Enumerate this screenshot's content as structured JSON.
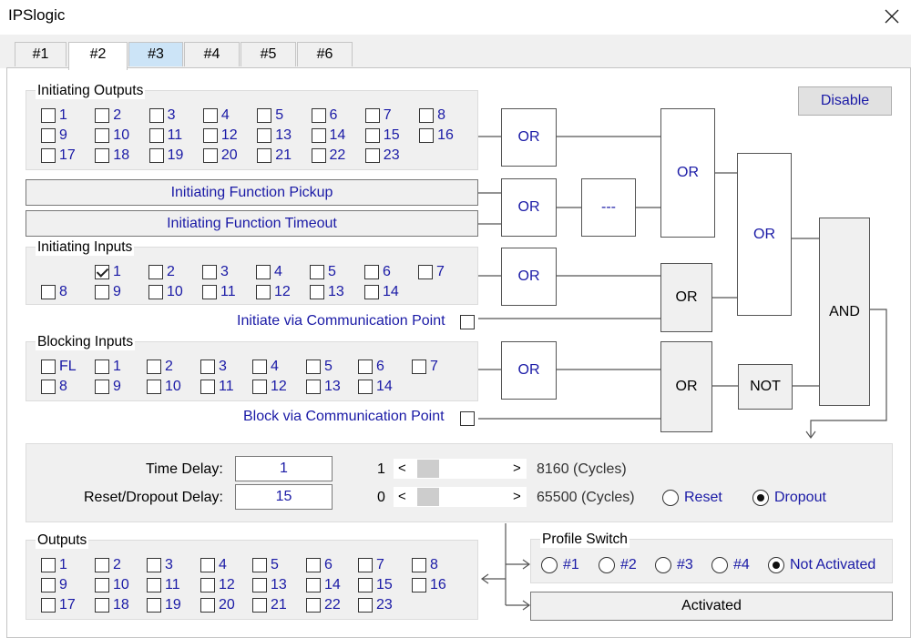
{
  "window": {
    "title": "IPSlogic"
  },
  "tabs": [
    "#1",
    "#2",
    "#3",
    "#4",
    "#5",
    "#6"
  ],
  "disable_label": "Disable",
  "initiating_outputs": {
    "label": "Initiating Outputs",
    "items": [
      "1",
      "2",
      "3",
      "4",
      "5",
      "6",
      "7",
      "8",
      "9",
      "10",
      "11",
      "12",
      "13",
      "14",
      "15",
      "16",
      "17",
      "18",
      "19",
      "20",
      "21",
      "22",
      "23"
    ]
  },
  "function_pickup_label": "Initiating Function Pickup",
  "function_timeout_label": "Initiating Function Timeout",
  "initiating_inputs": {
    "label": "Initiating Inputs",
    "items": [
      "1",
      "2",
      "3",
      "4",
      "5",
      "6",
      "7",
      "8",
      "9",
      "10",
      "11",
      "12",
      "13",
      "14"
    ],
    "checked": [
      "1"
    ]
  },
  "initiate_comm_label": "Initiate via Communication Point",
  "blocking_inputs": {
    "label": "Blocking Inputs",
    "items": [
      "FL",
      "1",
      "2",
      "3",
      "4",
      "5",
      "6",
      "7",
      "8",
      "9",
      "10",
      "11",
      "12",
      "13",
      "14"
    ]
  },
  "block_comm_label": "Block via Communication Point",
  "gates": {
    "or": "OR",
    "and": "AND",
    "not": "NOT",
    "delay": "---"
  },
  "time_delay": {
    "label": "Time Delay:",
    "value": "1",
    "min": "1",
    "max": "8160 (Cycles)"
  },
  "reset_delay": {
    "label": "Reset/Dropout Delay:",
    "value": "15",
    "min": "0",
    "max": "65500 (Cycles)"
  },
  "scroll_arrows": {
    "left": "<",
    "right": ">"
  },
  "reset_mode": {
    "options": [
      "Reset",
      "Dropout"
    ],
    "selected": "Dropout"
  },
  "outputs": {
    "label": "Outputs",
    "items": [
      "1",
      "2",
      "3",
      "4",
      "5",
      "6",
      "7",
      "8",
      "9",
      "10",
      "11",
      "12",
      "13",
      "14",
      "15",
      "16",
      "17",
      "18",
      "19",
      "20",
      "21",
      "22",
      "23"
    ]
  },
  "profile_switch": {
    "label": "Profile Switch",
    "options": [
      "#1",
      "#2",
      "#3",
      "#4",
      "Not Activated"
    ],
    "selected": "Not Activated"
  },
  "activated_label": "Activated"
}
